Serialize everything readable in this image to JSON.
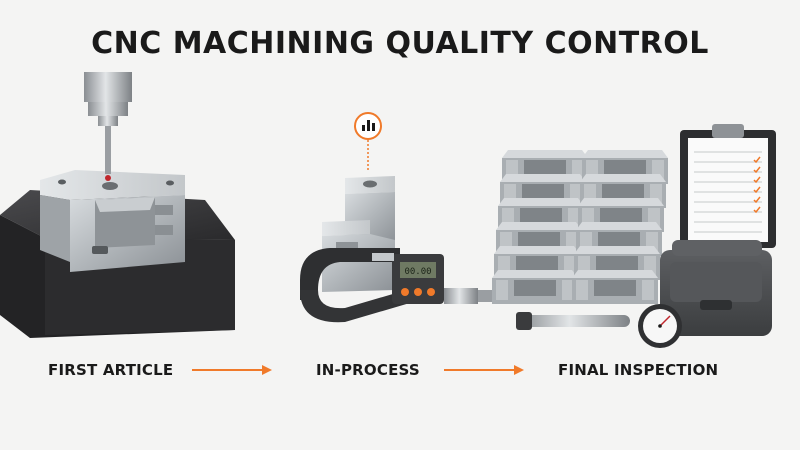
{
  "title": "CNC MACHINING QUALITY CONTROL",
  "stages": [
    {
      "label": "FIRST ARTICLE"
    },
    {
      "label": "IN-PROCESS"
    },
    {
      "label": "FINAL INSPECTION"
    }
  ],
  "colors": {
    "accent": "#f07a2a",
    "text": "#1a1a1a",
    "granite": "#2f2f31",
    "metal": "#b7bcc0",
    "case": "#4a4c4e"
  },
  "icons": [
    "bar-chart-icon",
    "arrow-right-icon"
  ]
}
